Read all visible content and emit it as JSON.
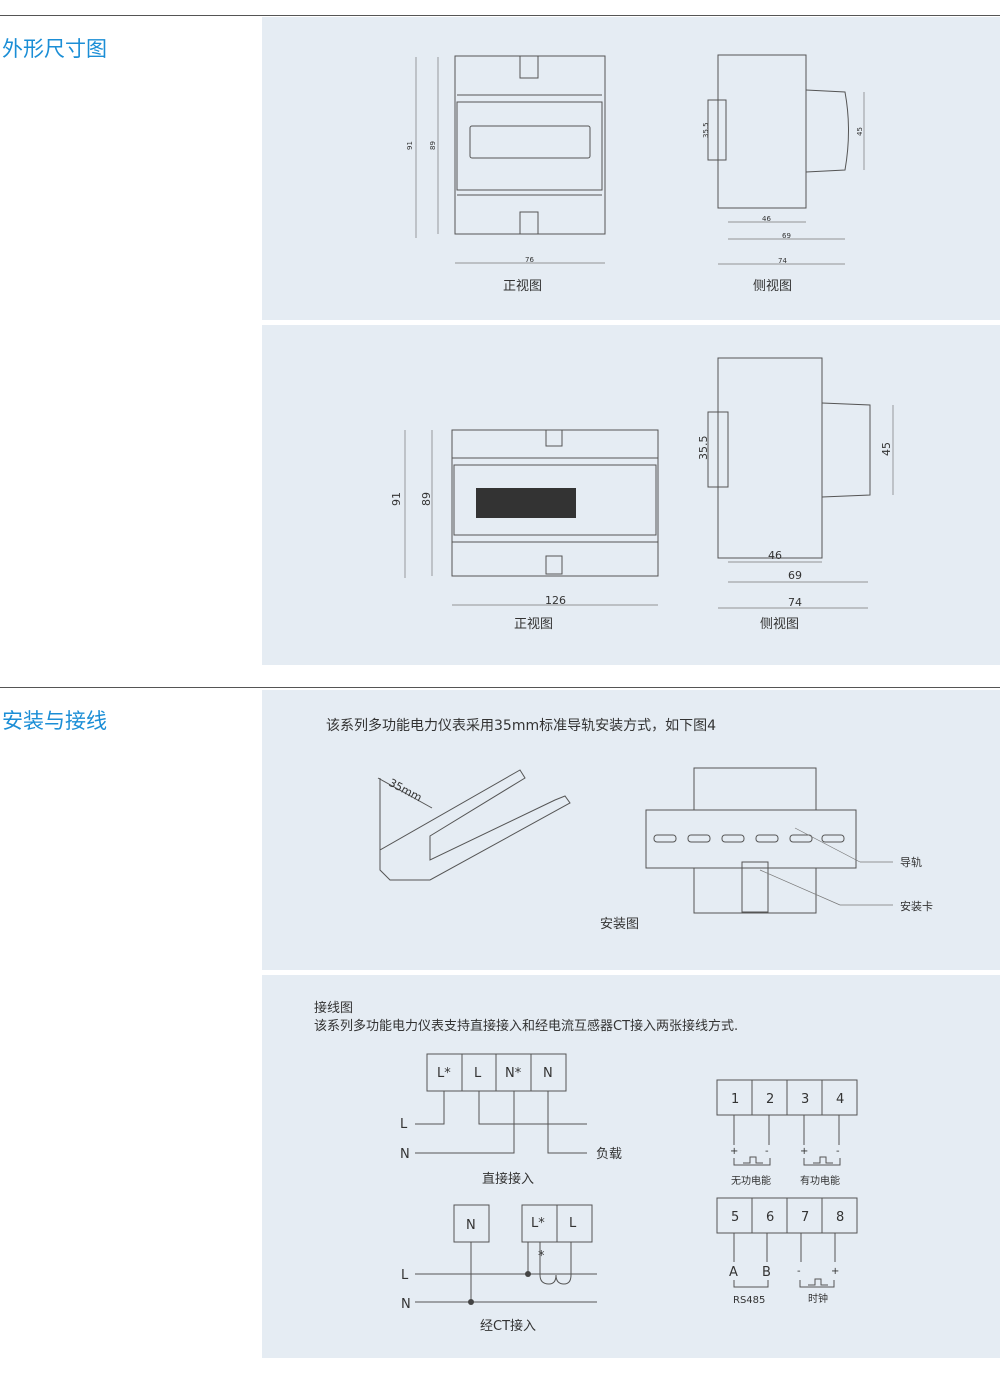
{
  "sections": [
    {
      "title": "外形尺寸图"
    },
    {
      "title": "安装与接线"
    }
  ],
  "dimensions": {
    "small": {
      "front": {
        "caption": "正视图",
        "height_outer": "91",
        "height_inner": "89",
        "width": "76"
      },
      "side": {
        "caption": "侧视图",
        "rail": "35.5",
        "front_h": "45",
        "d1": "46",
        "d2": "69",
        "d3": "74"
      }
    },
    "large": {
      "front": {
        "caption": "正视图",
        "height_outer": "91",
        "height_inner": "89",
        "width": "126"
      },
      "side": {
        "caption": "侧视图",
        "rail": "35.5",
        "front_h": "45",
        "d1": "46",
        "d2": "69",
        "d3": "74"
      }
    }
  },
  "install": {
    "intro": "该系列多功能电力仪表采用35mm标准导轨安装方式，如下图4",
    "rail_width": "35mm",
    "caption": "安装图",
    "label_rail": "导轨",
    "label_clip": "安装卡"
  },
  "wiring": {
    "title": "接线图",
    "description": "该系列多功能电力仪表支持直接接入和经电流互感器CT接入两张接线方式.",
    "direct": {
      "terminals": [
        "L*",
        "L",
        "N*",
        "N"
      ],
      "line_L": "L",
      "line_N": "N",
      "load": "负载",
      "caption": "直接接入"
    },
    "ct": {
      "terminal_n": "N",
      "terminals": [
        "L*",
        "L"
      ],
      "star": "*",
      "line_L": "L",
      "line_N": "N",
      "caption": "经CT接入"
    },
    "pulse": {
      "terminals": [
        "1",
        "2",
        "3",
        "4"
      ],
      "signs": [
        "+",
        "-",
        "+",
        "-"
      ],
      "label_reactive": "无功电能",
      "label_active": "有功电能"
    },
    "comm": {
      "terminals": [
        "5",
        "6",
        "7",
        "8"
      ],
      "signs": [
        "A",
        "B",
        "-",
        "+"
      ],
      "label_rs485": "RS485",
      "label_clock": "时钟"
    }
  }
}
